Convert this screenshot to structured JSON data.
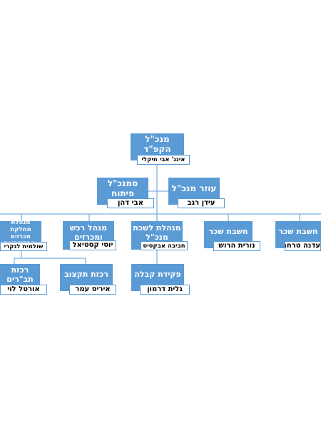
{
  "org_chart": {
    "ceo": {
      "title": "מנכ\"ל הקפ\"ד",
      "name": "אינג' אבי חיקלי"
    },
    "deputy_development": {
      "title": "סמנכ\"ל פיתוח",
      "name": "אבי דהן"
    },
    "ceo_assistant": {
      "title": "עוזר מנכ\"ל",
      "name": "עידן רגב"
    },
    "ceo_office_manager": {
      "title": "מנהלת לשכת מנכ\"ל",
      "name": "חביבה אבקסיס"
    },
    "procurement_manager": {
      "title": "מנהל רכש ומכרזים",
      "name": "יוסי קסטיאל"
    },
    "tenders_manager": {
      "title": "מנהלת מחלקת מכרזים והתקשרויות",
      "name": "שולמית לנקרי"
    },
    "payroll_1": {
      "title": "חשבת שכר",
      "name": "נורית הרוש"
    },
    "payroll_2": {
      "title": "חשבת שכר",
      "name": "עדנה טרחמן"
    },
    "reception_clerk": {
      "title": "פקידת קבלה",
      "name": "גלית דרמון"
    },
    "budget_coordinator": {
      "title": "רכזת תקצוב",
      "name": "איריס עמר"
    },
    "contracts_coordinator": {
      "title": "רכזת תב\"רים",
      "name": "אורטל לוי"
    }
  },
  "colors": {
    "box": "#5b9bd5",
    "line": "#5b9bd5",
    "name_bg": "#ffffff"
  }
}
